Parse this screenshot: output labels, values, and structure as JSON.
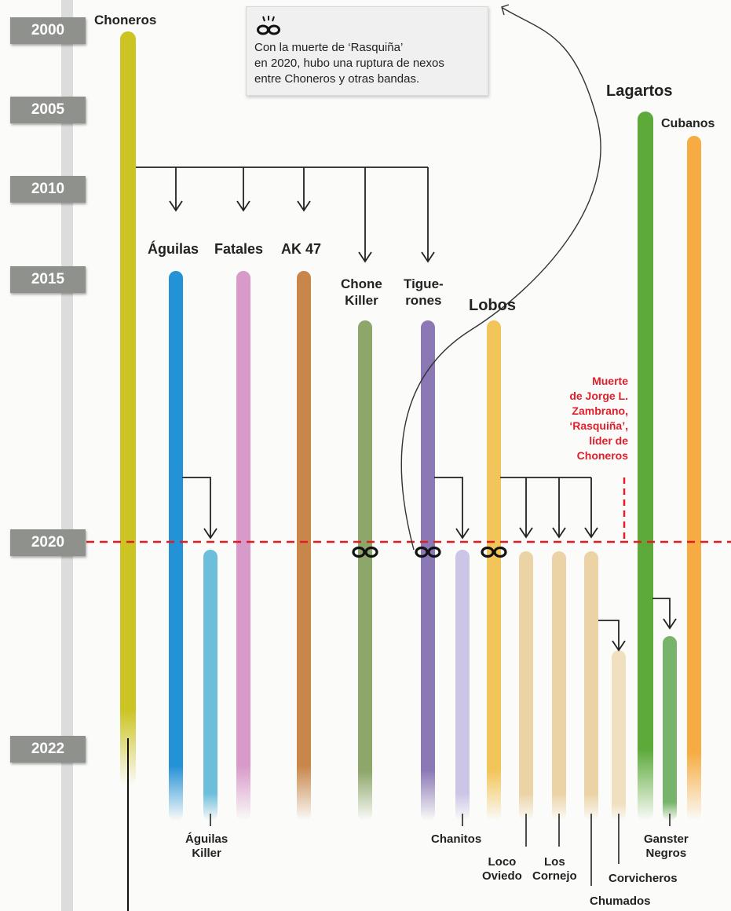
{
  "years": [
    "2000",
    "2005",
    "2010",
    "2015",
    "2020",
    "2022"
  ],
  "groups": {
    "choneros": "Choneros",
    "aguilas": "Águilas",
    "fatales": "Fatales",
    "ak47": "AK 47",
    "chone_killer": [
      "Chone",
      "Killer"
    ],
    "tiguerones": [
      "Tigue-",
      "rones"
    ],
    "lobos": "Lobos",
    "lagartos": "Lagartos",
    "cubanos": "Cubanos",
    "aguilas_killer": [
      "Águilas",
      "Killer"
    ],
    "chanitos": "Chanitos",
    "loco_oviedo": [
      "Loco",
      "Oviedo"
    ],
    "los_cornejo": [
      "Los",
      "Cornejo"
    ],
    "corvicheros": "Corvicheros",
    "chumados": "Chumados",
    "ganster_negros": [
      "Ganster",
      "Negros"
    ]
  },
  "callout": {
    "icon": "broken-chain-icon",
    "lines": [
      "Con la muerte de ‘Rasquiña’",
      "en 2020, hubo una ruptura de nexos",
      "entre Choneros y otras bandas."
    ]
  },
  "death_note": [
    "Muerte",
    "de Jorge L.",
    "Zambrano,",
    "‘Rasquiña’,",
    "líder de",
    "Choneros"
  ],
  "colors": {
    "choneros": "#ccc423",
    "aguilas": "#2492d6",
    "fatales": "#d89ac9",
    "ak47": "#c8864a",
    "chone_killer": "#8da66a",
    "tiguerones": "#8b79b6",
    "lobos": "#f2c55b",
    "lagartos": "#5daa3b",
    "cubanos": "#f6ac42",
    "aguilas_killer": "#6dbedb",
    "chanitos": "#cdc5e6",
    "lobos_offshoot": "#ecd3a6",
    "corvicheros": "#f1e0c0",
    "ganster_negros": "#77b36a",
    "timeline": "#dcdcdc",
    "red_line": "#e31b23"
  }
}
